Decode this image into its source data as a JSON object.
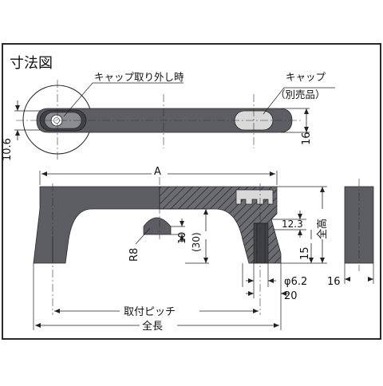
{
  "title": "寸法図",
  "labels": {
    "cap_removed": "キャップ取り外し時",
    "cap": "キャップ",
    "cap_note": "（別売品）",
    "a": "A",
    "r8": "R8",
    "d10": "10",
    "d30": "(30)",
    "d12_3": "12.3",
    "full_height": "全高",
    "d15": "15",
    "phi6_2": "φ6.2",
    "d16_side": "16",
    "d20": "20",
    "mount_pitch": "取付ピッチ",
    "full_length": "全長",
    "d10_6": "10.6",
    "d16_top": "16"
  },
  "colors": {
    "border": "#2a2a2a",
    "body": "#5c5e63",
    "body_dark": "#3f4145",
    "cap": "#d9d9d9",
    "hatch": "#3a3a3a"
  }
}
